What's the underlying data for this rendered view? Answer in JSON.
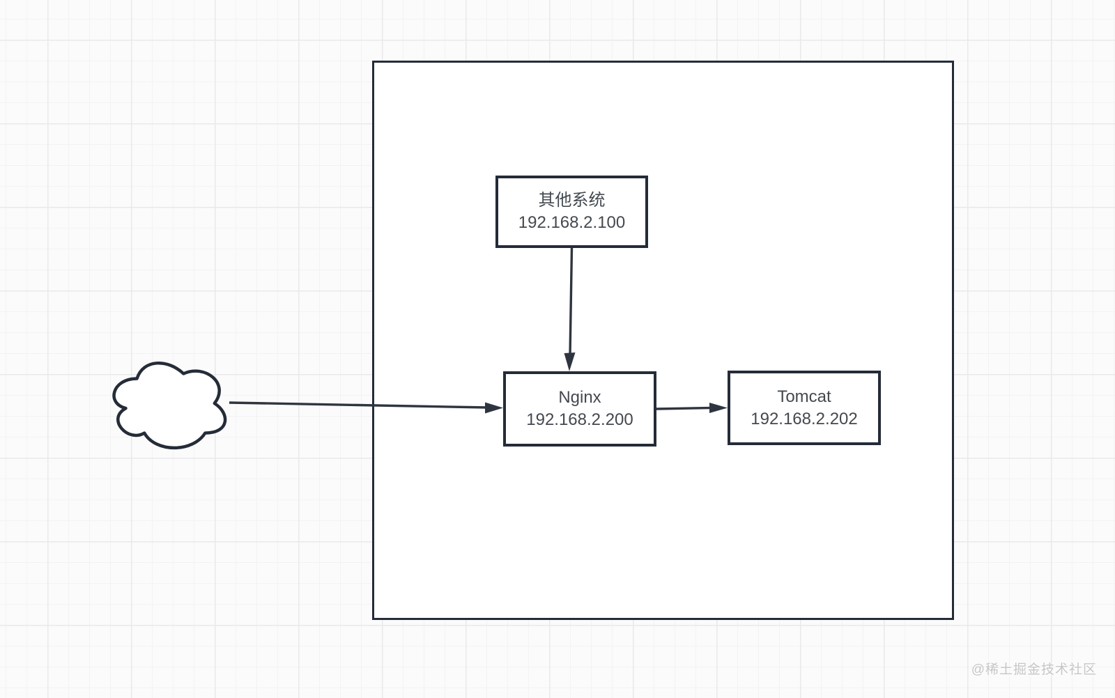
{
  "canvas": {
    "watermark": "@稀土掘金技术社区"
  },
  "nodes": {
    "other_system": {
      "label": "其他系统",
      "ip": "192.168.2.100"
    },
    "nginx": {
      "label": "Nginx",
      "ip": "192.168.2.200"
    },
    "tomcat": {
      "label": "Tomcat",
      "ip": "192.168.2.202"
    }
  },
  "shapes": {
    "cloud": "internet-cloud",
    "boundary": "network-boundary"
  },
  "edges": [
    {
      "from": "cloud",
      "to": "nginx",
      "style": "arrow"
    },
    {
      "from": "other_system",
      "to": "nginx",
      "style": "arrow"
    },
    {
      "from": "nginx",
      "to": "tomcat",
      "style": "arrow"
    }
  ],
  "colors": {
    "stroke": "#252c38",
    "node_text": "#44494f",
    "shape_fill": "#ffffff",
    "canvas_background": "#fbfbfc",
    "grid_minor": "#f3f3f5",
    "grid_major": "#e9e9eb",
    "watermark": "#c6c6c8"
  }
}
